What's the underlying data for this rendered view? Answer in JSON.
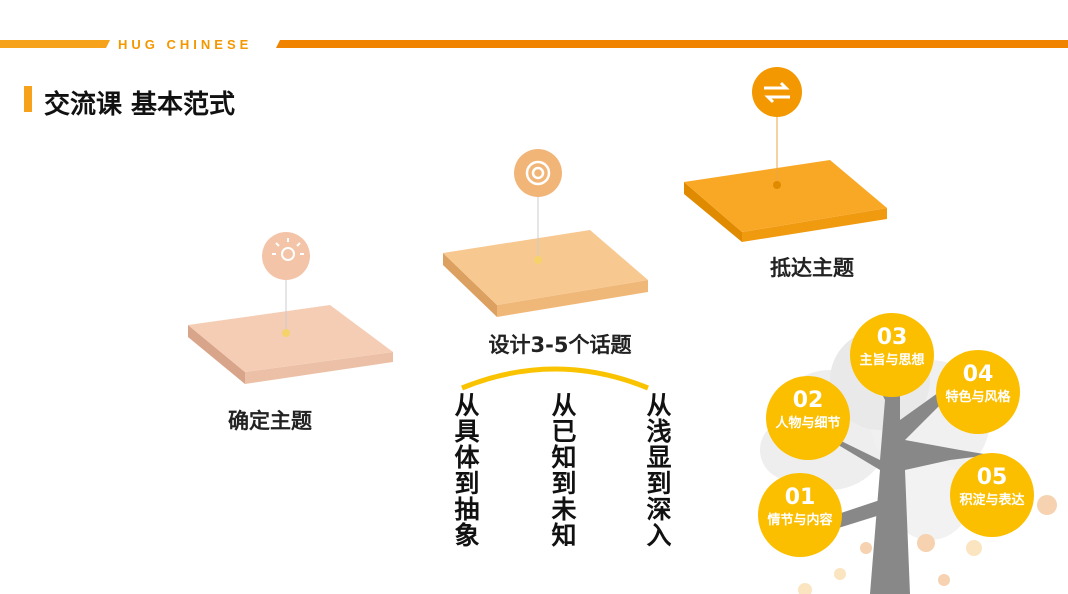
{
  "header": {
    "brand": "HUG CHINESE",
    "title": "交流课 基本范式"
  },
  "steps": [
    {
      "label": "确定主题",
      "icon": "lightbulb-icon"
    },
    {
      "label": "设计3-5个话题",
      "icon": "spiral-icon"
    },
    {
      "label": "抵达主题",
      "icon": "exchange-arrows-icon"
    }
  ],
  "principles": [
    "从具体到抽象",
    "从已知到未知",
    "从浅显到深入"
  ],
  "tree": [
    {
      "num": "01",
      "text": "情节与内容"
    },
    {
      "num": "02",
      "text": "人物与细节"
    },
    {
      "num": "03",
      "text": "主旨与思想"
    },
    {
      "num": "04",
      "text": "特色与风格"
    },
    {
      "num": "05",
      "text": "积淀与表达"
    }
  ],
  "colors": {
    "accent": "#f39800",
    "yellow": "#fbbf00",
    "gray": "#8a8a8a"
  }
}
